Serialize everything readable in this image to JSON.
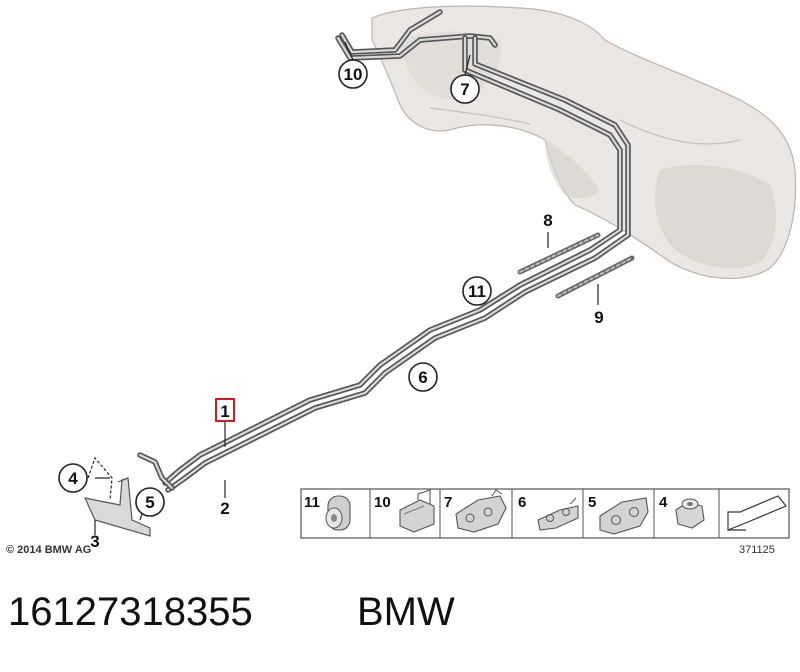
{
  "diagram": {
    "callouts": {
      "c1": "1",
      "c2": "2",
      "c3": "3",
      "c4": "4",
      "c5": "5",
      "c6": "6",
      "c7": "7",
      "c8": "8",
      "c9": "9",
      "c10": "10",
      "c11": "11"
    },
    "legend": [
      {
        "num": "11",
        "icon": "grommet-icon"
      },
      {
        "num": "10",
        "icon": "clip-icon"
      },
      {
        "num": "7",
        "icon": "double-clip-icon"
      },
      {
        "num": "6",
        "icon": "pipe-holder-icon"
      },
      {
        "num": "5",
        "icon": "bracket-clip-icon"
      },
      {
        "num": "4",
        "icon": "hex-nut-icon"
      },
      {
        "num": "",
        "icon": "arrow-icon"
      }
    ],
    "copyright": "© 2014 BMW AG",
    "diagram_number": "371125",
    "highlight_color": "#d40000"
  },
  "footer": {
    "part_number": "16127318355",
    "brand": "BMW"
  }
}
